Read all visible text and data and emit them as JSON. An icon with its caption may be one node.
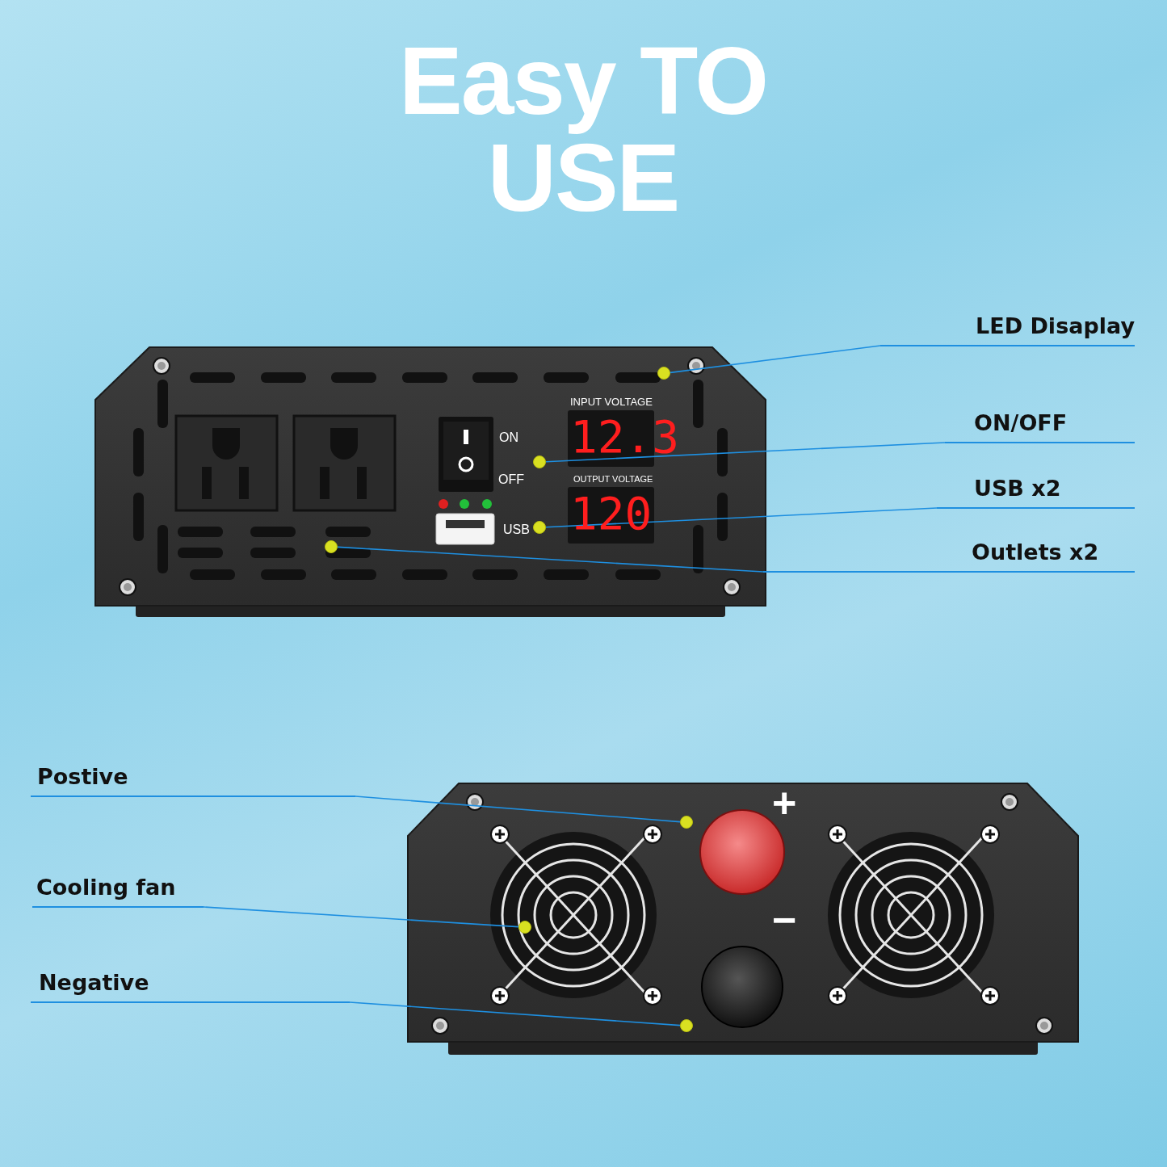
{
  "diagram": {
    "title": "Easy TO USE",
    "nodes": [
      {
        "text": [
          "LED Disaplay"
        ]
      },
      {
        "text": [],
        "shape": "circle"
      },
      {
        "text": [
          "ON/OFF"
        ]
      },
      {
        "text": [],
        "shape": "circle"
      },
      {
        "text": [
          "USB x2"
        ]
      },
      {
        "text": [],
        "shape": "circle"
      },
      {
        "text": [
          "Outlets x2"
        ]
      },
      {
        "text": [],
        "shape": "circle"
      },
      {
        "text": [
          "Postive"
        ]
      },
      {
        "text": [],
        "shape": "circle"
      },
      {
        "text": [
          "Cooling fan"
        ]
      },
      {
        "text": [],
        "shape": "circle"
      },
      {
        "text": [
          "Negative"
        ]
      },
      {
        "text": [],
        "shape": "circle"
      }
    ],
    "edges": [
      {
        "from": 0,
        "to": 1,
        "arrow": "none"
      },
      {
        "from": 2,
        "to": 3,
        "arrow": "none"
      },
      {
        "from": 4,
        "to": 5,
        "arrow": "none"
      },
      {
        "from": 6,
        "to": 7,
        "arrow": "none"
      },
      {
        "from": 8,
        "to": 9,
        "arrow": "none"
      },
      {
        "from": 10,
        "to": 11,
        "arrow": "none"
      },
      {
        "from": 12,
        "to": 13,
        "arrow": "none"
      }
    ],
    "labels": [
      "INPUT VOLTAGE",
      "ON",
      "12.3",
      "OFF",
      "OUTPUT VOLTAGE",
      "USB",
      "120",
      "+",
      "−"
    ]
  }
}
